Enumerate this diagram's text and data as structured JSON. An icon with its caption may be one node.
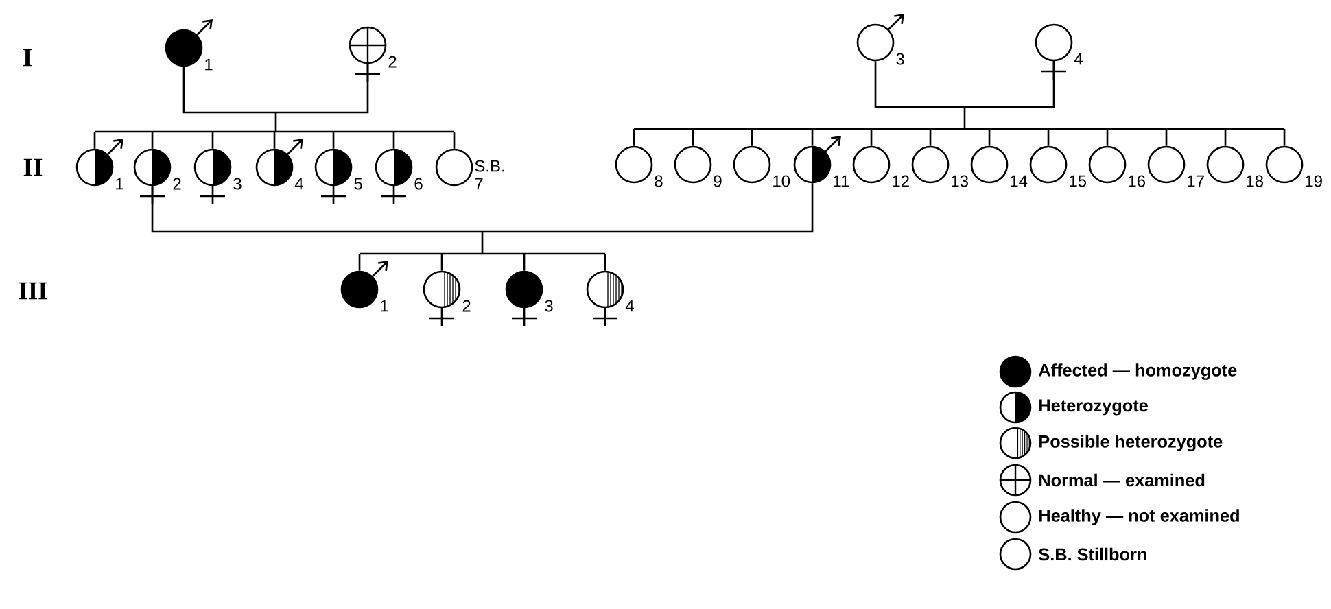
{
  "diagram": {
    "nodes": [
      {
        "text": [
          "1"
        ]
      },
      {
        "text": [
          "2"
        ]
      },
      {
        "text": [
          "3"
        ]
      },
      {
        "text": [
          "4"
        ]
      },
      {
        "text": [
          "1"
        ]
      },
      {
        "text": [
          "2"
        ]
      },
      {
        "text": [
          "3"
        ]
      },
      {
        "text": [
          "4"
        ]
      },
      {
        "text": [
          "5"
        ]
      },
      {
        "text": [
          "6"
        ]
      },
      {
        "text": [
          "S.B.",
          "7"
        ]
      },
      {
        "text": [
          "8"
        ]
      },
      {
        "text": [
          "9"
        ]
      },
      {
        "text": [
          "10"
        ]
      },
      {
        "text": [
          "11"
        ]
      },
      {
        "text": [
          "12"
        ]
      },
      {
        "text": [
          "13"
        ]
      },
      {
        "text": [
          "14"
        ]
      },
      {
        "text": [
          "15"
        ]
      },
      {
        "text": [
          "16"
        ]
      },
      {
        "text": [
          "17"
        ]
      },
      {
        "text": [
          "18"
        ]
      },
      {
        "text": [
          "19"
        ]
      },
      {
        "text": [
          "1"
        ]
      },
      {
        "text": [
          "2"
        ]
      },
      {
        "text": [
          "3"
        ]
      },
      {
        "text": [
          "4"
        ]
      }
    ],
    "edges": [
      {
        "from": 0,
        "to": 4,
        "arrow": "none"
      },
      {
        "from": 0,
        "to": 5,
        "arrow": "none"
      },
      {
        "from": 0,
        "to": 6,
        "arrow": "none"
      },
      {
        "from": 0,
        "to": 7,
        "arrow": "none"
      },
      {
        "from": 0,
        "to": 8,
        "arrow": "none"
      },
      {
        "from": 0,
        "to": 9,
        "arrow": "none"
      },
      {
        "from": 0,
        "to": 10,
        "arrow": "none"
      },
      {
        "from": 1,
        "to": 4,
        "arrow": "none"
      },
      {
        "from": 1,
        "to": 5,
        "arrow": "none"
      },
      {
        "from": 1,
        "to": 6,
        "arrow": "none"
      },
      {
        "from": 1,
        "to": 7,
        "arrow": "none"
      },
      {
        "from": 1,
        "to": 8,
        "arrow": "none"
      },
      {
        "from": 1,
        "to": 9,
        "arrow": "none"
      },
      {
        "from": 1,
        "to": 10,
        "arrow": "none"
      },
      {
        "from": 2,
        "to": 11,
        "arrow": "none"
      },
      {
        "from": 2,
        "to": 12,
        "arrow": "none"
      },
      {
        "from": 2,
        "to": 13,
        "arrow": "none"
      },
      {
        "from": 2,
        "to": 14,
        "arrow": "none"
      },
      {
        "from": 2,
        "to": 15,
        "arrow": "none"
      },
      {
        "from": 2,
        "to": 16,
        "arrow": "none"
      },
      {
        "from": 2,
        "to": 17,
        "arrow": "none"
      },
      {
        "from": 2,
        "to": 18,
        "arrow": "none"
      },
      {
        "from": 2,
        "to": 19,
        "arrow": "none"
      },
      {
        "from": 2,
        "to": 20,
        "arrow": "none"
      },
      {
        "from": 2,
        "to": 21,
        "arrow": "none"
      },
      {
        "from": 2,
        "to": 22,
        "arrow": "none"
      },
      {
        "from": 3,
        "to": 11,
        "arrow": "none"
      },
      {
        "from": 3,
        "to": 12,
        "arrow": "none"
      },
      {
        "from": 3,
        "to": 13,
        "arrow": "none"
      },
      {
        "from": 3,
        "to": 14,
        "arrow": "none"
      },
      {
        "from": 3,
        "to": 15,
        "arrow": "none"
      },
      {
        "from": 3,
        "to": 16,
        "arrow": "none"
      },
      {
        "from": 3,
        "to": 17,
        "arrow": "none"
      },
      {
        "from": 3,
        "to": 18,
        "arrow": "none"
      },
      {
        "from": 3,
        "to": 19,
        "arrow": "none"
      },
      {
        "from": 3,
        "to": 20,
        "arrow": "none"
      },
      {
        "from": 3,
        "to": 21,
        "arrow": "none"
      },
      {
        "from": 3,
        "to": 22,
        "arrow": "none"
      },
      {
        "from": 5,
        "to": 23,
        "arrow": "none"
      },
      {
        "from": 5,
        "to": 24,
        "arrow": "none"
      },
      {
        "from": 5,
        "to": 25,
        "arrow": "none"
      },
      {
        "from": 5,
        "to": 26,
        "arrow": "none"
      },
      {
        "from": 14,
        "to": 23,
        "arrow": "none"
      },
      {
        "from": 14,
        "to": 24,
        "arrow": "none"
      },
      {
        "from": 14,
        "to": 25,
        "arrow": "none"
      },
      {
        "from": 14,
        "to": 26,
        "arrow": "none"
      }
    ],
    "labels": [
      "I",
      "II",
      "III"
    ],
    "legend": [
      {
        "text": "Affected — homozygote"
      },
      {
        "text": "Heterozygote"
      },
      {
        "text": "Possible heterozygote"
      },
      {
        "text": "Normal — examined"
      },
      {
        "text": "Healthy — not examined"
      },
      {
        "text": "S.B. Stillborn"
      }
    ]
  }
}
